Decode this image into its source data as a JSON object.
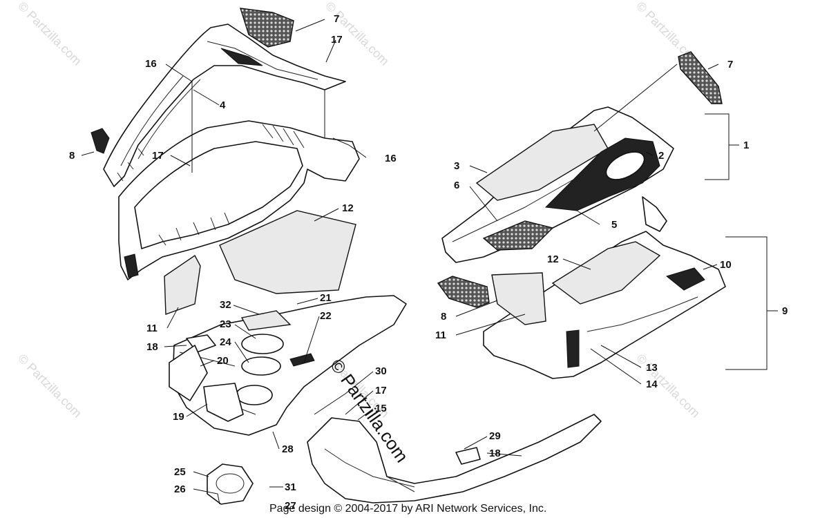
{
  "diagram": {
    "callouts": [
      "7",
      "17",
      "16",
      "4",
      "8",
      "17",
      "16",
      "12",
      "11",
      "32",
      "21",
      "22",
      "23",
      "24",
      "18",
      "20",
      "19",
      "28",
      "25",
      "26",
      "31",
      "27",
      "30",
      "17",
      "15",
      "29",
      "18",
      "7",
      "1",
      "2",
      "3",
      "6",
      "5",
      "12",
      "10",
      "9",
      "8",
      "11",
      "13",
      "14"
    ],
    "watermarks": [
      "© Partzilla.com",
      "© Partzilla.com",
      "© Partzilla.com",
      "© Partzilla.com",
      "© Partzilla.com",
      "© Partzilla.com"
    ],
    "center_watermark": "© Partzilla.com",
    "footer": "Page design © 2004-2017 by ARI Network Services, Inc."
  }
}
